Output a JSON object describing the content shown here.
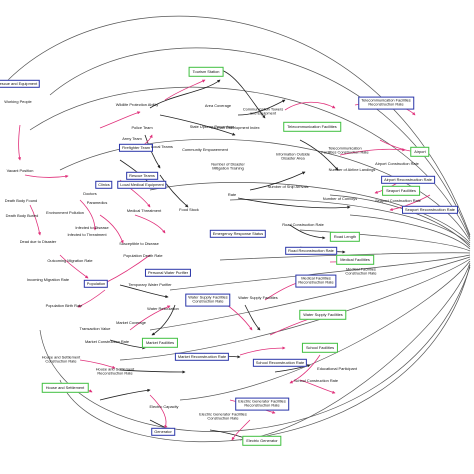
{
  "colors": {
    "flow_black": "#222222",
    "flow_pink": "#e0307a",
    "flow_gray": "#8a8a8a",
    "box_blue": "#2a35a8",
    "box_green": "#3fbf3f"
  },
  "nodes": {
    "tourism_station": "Tourism Station",
    "communication_towers": "Communication Towers\nand Equipment",
    "telecom_reconstruction_rate": "Telecommunication Facilities\nReconstruction Rate",
    "telecom_facilities": "Telecommunication Facilities",
    "telecom_construction_rate": "Telecommunication\nFacilities Construction Rate",
    "airport": "Airport",
    "airport_construction_rate": "Airport Construction Rate",
    "airport_reconstruction_rate": "Airport Reconstruction Rate",
    "seaport_facilities": "Seaport Facilities",
    "seaport_construction_rate": "Seaport Construction Rate",
    "seaport_reconstruction_rate": "Seaport Reconstruction Rate",
    "rescue_and_equipment": "Rescue and Equipment",
    "working_people": "Working People",
    "wildlife_protection": "Wildlife Protection Ability",
    "area_coverage": "Area Coverage",
    "police_team": "Police Team",
    "army_team": "Army Team",
    "firefighter_team": "Firefighter Team",
    "local_teams": "Local Teams",
    "state_upkeep": "State Upkeep Percentage",
    "human_development_index": "Human Development Index",
    "community_empowerment": "Community Empowerment",
    "information_outside": "Information Outside\nDisaster Area",
    "number_disaster_training": "Number of Disaster\nMitigation Training",
    "number_arrivals": "Number of Airline Landings",
    "number_ship_arrivals": "Number of Ship Arrivals",
    "rescue_team": "Rescue Teams",
    "clinics": "Clinics",
    "local_medical_equipment": "Local Medical Equipment",
    "doctors": "Doctors",
    "paramedics": "Paramedics",
    "medical_threatment": "Medical Threatment",
    "food_stock": "Food Stock",
    "rate": "Rate",
    "number_of_convoys": "Number of Convoys",
    "vacant_position": "Vacant Position",
    "death_body_found": "Death Body Found",
    "death_body_buried": "Death Body Buried",
    "environment_pollution": "Environment Pollution",
    "infected_to_disease": "Infected to Disease",
    "infected_to_threatment": "Infected to Threatment",
    "dead_due_to_disaster": "Dead due to Disaster",
    "susceptible_to_disease": "Susceptible to Disease",
    "emergency_response_status": "Emergency Response Status",
    "road_construction_rate": "Road Construction Rate",
    "road_length": "Road Length",
    "road_reconstruction_rate": "Road Reconstruction Rate",
    "population_death_rate": "Population Death Rate",
    "outcoming_migration_rate": "Outcoming Migration Rate",
    "incoming_migration_rate": "Incoming Migration Rate",
    "personal_water_purifier": "Personal Water Purifier",
    "population": "Population",
    "temporary_water_purifier": "Temporary Water Purifier",
    "population_birth_rate": "Population Birth Rate",
    "medical_facilities": "Medical Facilities",
    "medical_facilities_construction_rate": "Medical Facilities\nConstruction Rate",
    "medical_facilities_reconstruction_rate": "Medical Facilities\nReconstruction Rate",
    "water_supply_construction_rate": "Water Supply Facilities\nConstruction Rate",
    "water_supply_facilities": "Water Supply Facilities",
    "water_reticulation": "Water Reticulation",
    "market_coverage": "Market Coverage",
    "transaction_value": "Transaction Value",
    "market_construction_rate": "Market Construction Rate",
    "market_facilities": "Market Facilities",
    "market_reconstruction_rate": "Market Reconstruction Rate",
    "school_facilities": "School Facilities",
    "school_reconstruction_rate": "School Reconstruction Rate",
    "school_construction_rate": "School Construction Rate",
    "educational_participant": "Educational Participant",
    "house_settlement_construction_rate": "House and Settlement\nConstruction Rate",
    "house_settlement_reconstruction_rate": "House and Settlement\nReconstruction Rate",
    "house_and_settlement": "House and Settlement",
    "electric_capacity": "Electric Capacity",
    "electric_generator_reconstruction_rate": "Electric Generator Facilities\nReconstruction Rate",
    "electric_generator_construction_rate": "Electric Generator Facilities\nConstruction Rate",
    "generator": "Generator",
    "electric_generator": "Electric Generator"
  }
}
